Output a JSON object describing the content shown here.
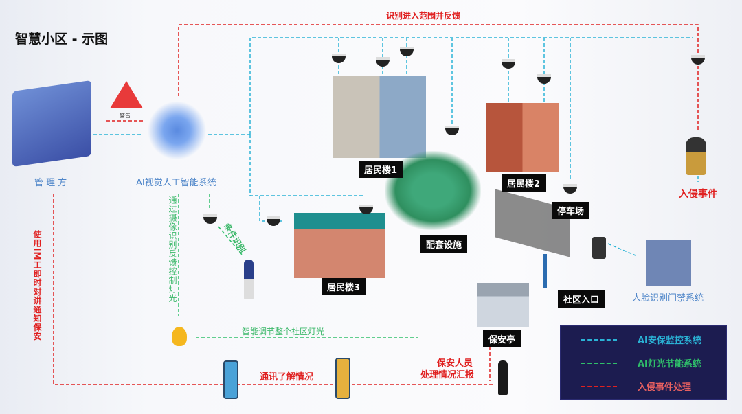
{
  "title": "智慧小区 - 示图",
  "colors": {
    "security": "#2ab3d6",
    "light": "#2fbf6a",
    "intrusion": "#e02020",
    "legend_bg": "#1c1c50"
  },
  "labels": {
    "top_feedback": "识别进入范围并反馈",
    "manager": "管 理 方",
    "ai_system": "AI视觉人工智能系统",
    "warning": "警告",
    "building1": "居民楼1",
    "building2": "居民楼2",
    "building3": "居民楼3",
    "facilities": "配套设施",
    "parking": "停车场",
    "entrance": "社区入口",
    "face_system": "人脸识别门禁系统",
    "intrusion_event": "入侵事件",
    "guard_house": "保安亭",
    "camera_feedback": "通过摄像识别反馈控制灯光",
    "condition_recognition": "条件识别",
    "im_notify": "使用IM工即时对讲通知保安",
    "adjust_light": "智能调节整个社区灯光",
    "communication": "通讯了解情况",
    "guard_report_1": "保安人员",
    "guard_report_2": "处理情况汇报"
  },
  "legend": [
    {
      "label": "AI安保监控系统",
      "color": "#2ab3d6"
    },
    {
      "label": "AI灯光节能系统",
      "color": "#2fbf6a"
    },
    {
      "label": "入侵事件处理",
      "color": "#e02020"
    }
  ]
}
